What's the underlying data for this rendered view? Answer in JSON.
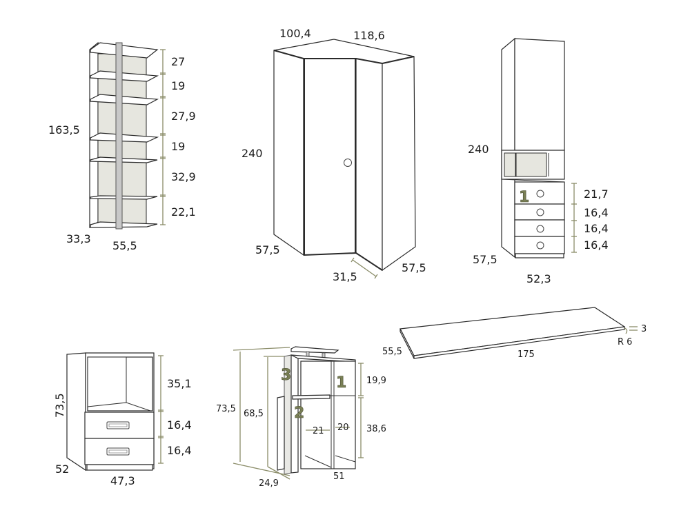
{
  "colors": {
    "outline": "#2a2a2a",
    "back_panel": "#e6e6df",
    "post": "#c8c8c8",
    "dimension_line": "#8a8c68",
    "marker": "#7a8056"
  },
  "units": "cm",
  "items": [
    {
      "id": "bookshelf",
      "name": "Open shelving unit",
      "dims": {
        "height": "163,5",
        "depth": "33,3",
        "width": "55,5",
        "sections": [
          "27",
          "19",
          "27,9",
          "19",
          "32,9",
          "22,1"
        ]
      }
    },
    {
      "id": "corner-wardrobe",
      "name": "Corner wardrobe",
      "dims": {
        "top_left": "100,4",
        "top_right": "118,6",
        "height": "240",
        "depth_left": "57,5",
        "door_return": "31,5",
        "depth_right": "57,5"
      }
    },
    {
      "id": "tall-cabinet",
      "name": "Tall cabinet with drawers",
      "dims": {
        "height": "240",
        "depth": "57,5",
        "width": "52,3",
        "drawers": [
          "21,7",
          "16,4",
          "16,4",
          "16,4"
        ]
      },
      "marker": "1"
    },
    {
      "id": "desk-top",
      "name": "Desk top panel",
      "dims": {
        "depth": "55,5",
        "length": "175",
        "thickness": "3",
        "radius": "R 6"
      }
    },
    {
      "id": "nightstand",
      "name": "Nightstand with 2 drawers",
      "dims": {
        "height": "73,5",
        "depth": "52",
        "width": "47,3",
        "sections": [
          "35,1",
          "16,4",
          "16,4"
        ]
      }
    },
    {
      "id": "desk-shelf",
      "name": "Desk support shelf",
      "dims": {
        "height_total": "73,5",
        "height_inner": "68,5",
        "depth": "24,9",
        "width": "51",
        "upper": "19,9",
        "lower": "38,6",
        "inner_left": "21",
        "inner_right": "20"
      },
      "markers": [
        "1",
        "2",
        "3"
      ]
    }
  ]
}
